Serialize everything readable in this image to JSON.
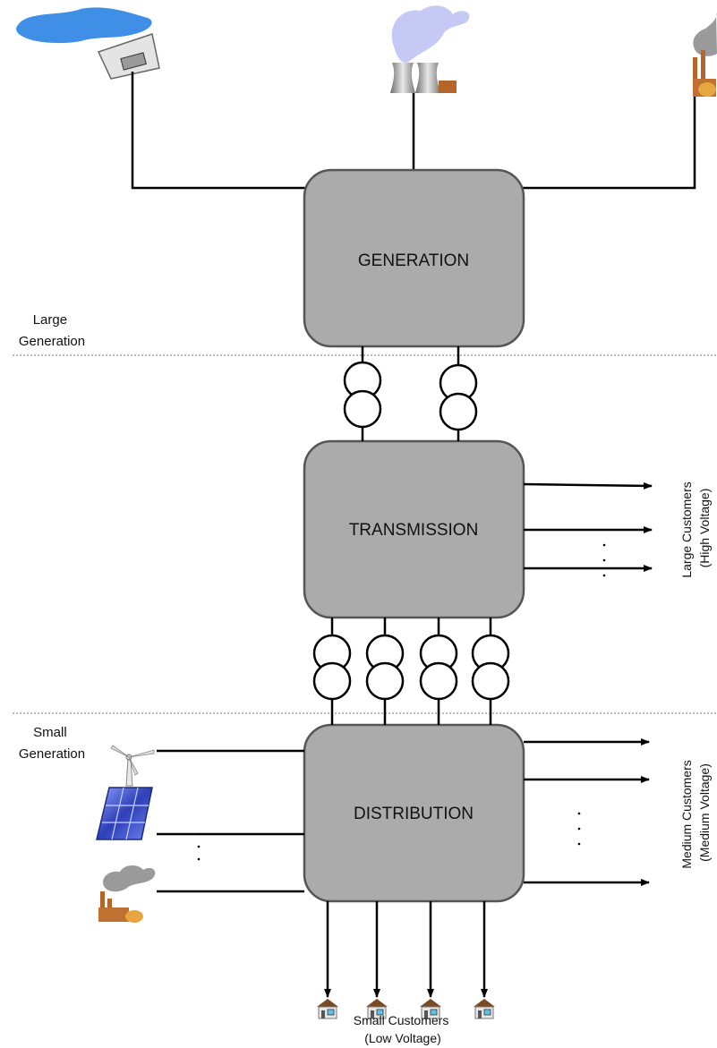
{
  "blocks": {
    "generation": "GENERATION",
    "transmission": "TRANSMISSION",
    "distribution": "DISTRIBUTION"
  },
  "labels": {
    "large_generation": [
      "Large",
      "Generation"
    ],
    "small_generation": [
      "Small",
      "Generation"
    ],
    "large_customers": [
      "Large Customers",
      "(High Voltage)"
    ],
    "medium_customers": [
      "Medium Customers",
      "(Medium Voltage)"
    ],
    "small_customers": [
      "Small Customers",
      "(Low Voltage)"
    ]
  },
  "icons": [
    "hydro-dam-icon",
    "cooling-tower-plant-icon",
    "factory-plant-icon",
    "wind-turbine-icon",
    "solar-panel-icon",
    "small-factory-icon",
    "house-icon"
  ],
  "colors": {
    "block_fill": "#ababab",
    "block_stroke": "#555555",
    "line": "#000000",
    "water": "#3f8fe6",
    "steam": "#c7c9f5",
    "brick": "#b5652b",
    "tank": "#e8a640",
    "solar": "#2e3fb8"
  }
}
